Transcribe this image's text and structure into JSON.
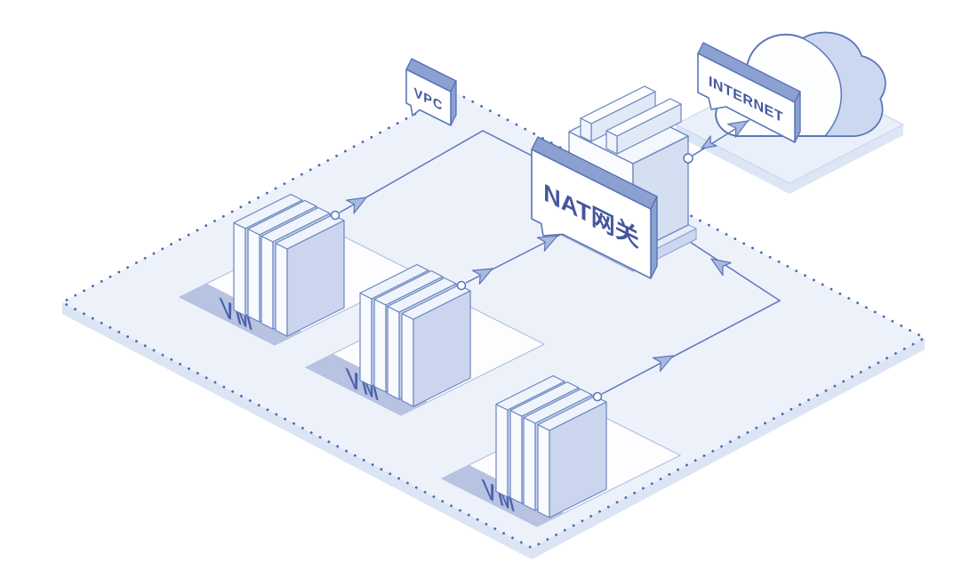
{
  "diagram": {
    "title_note": "VPC NAT gateway architecture diagram",
    "boundary": {
      "label": "VPC"
    },
    "gateway": {
      "label": "NAT网关"
    },
    "internet": {
      "label": "INTERNET"
    },
    "vm_nodes": [
      {
        "label": "VM"
      },
      {
        "label": "VM"
      },
      {
        "label": "VM"
      }
    ],
    "connections": [
      {
        "from": "VM",
        "to": "NAT网关"
      },
      {
        "from": "VM",
        "to": "NAT网关"
      },
      {
        "from": "VM",
        "to": "NAT网关"
      },
      {
        "from": "NAT网关",
        "to": "INTERNET",
        "bidirectional": true
      }
    ],
    "colors": {
      "outline_blue": "#5B76BA",
      "dotted_border": "#4C68B0",
      "platform_top": "#EDF1FA",
      "platform_side": "#DBE5F4",
      "tile_white": "#FDFDFF",
      "vm_band": "#B7C3E1",
      "vm_text": "#4C61AB",
      "slab_face_blue": "#CBD6EE",
      "plate_band": "#8CA0D2",
      "plate_text": "#44569D",
      "arrow_fill": "#A9B8DE",
      "cloud_shade": "#CCD8EF"
    }
  }
}
